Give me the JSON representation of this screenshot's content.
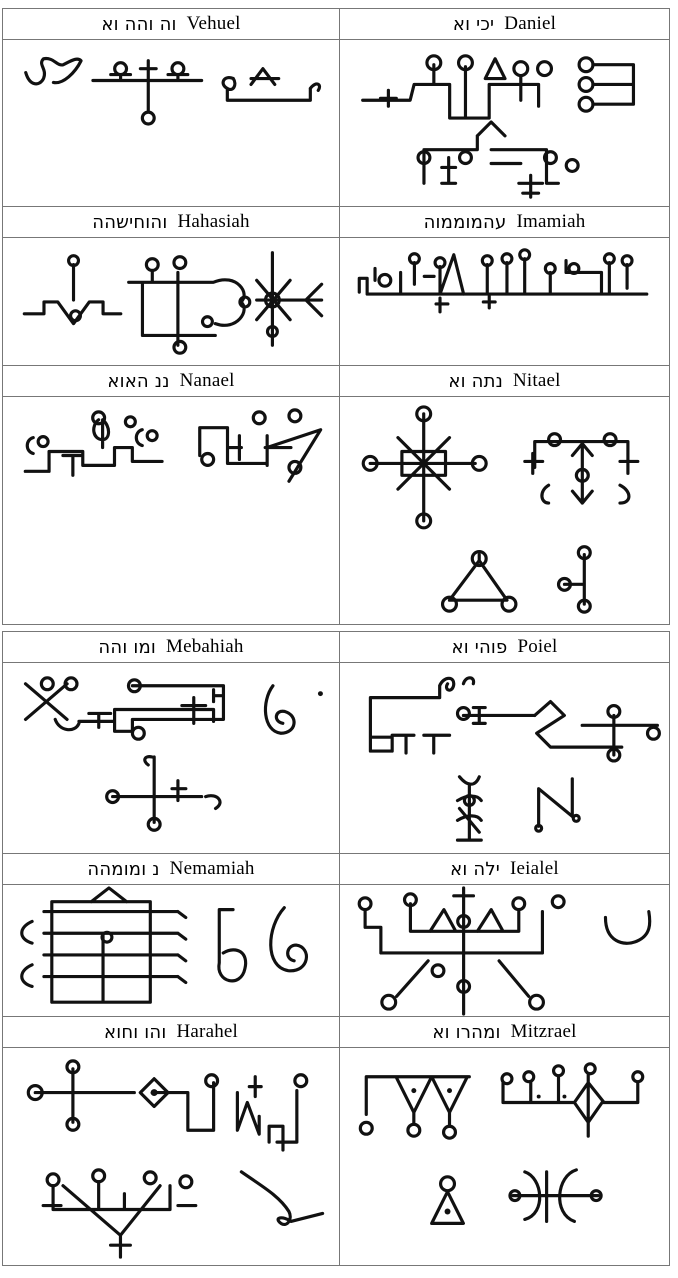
{
  "cells": [
    {
      "hebrew": "וה והה וא",
      "latin": "Vehuel",
      "sigil": "vehuel-sigil-icon"
    },
    {
      "hebrew": "יכי וא",
      "latin": "Daniel",
      "sigil": "daniel-sigil-icon"
    },
    {
      "hebrew": "והוחישהה",
      "latin": "Hahasiah",
      "sigil": "hahasiah-sigil-icon"
    },
    {
      "hebrew": "עהמוממוה",
      "latin": "Imamiah",
      "sigil": "imamiah-sigil-icon"
    },
    {
      "hebrew": "ננ האוא",
      "latin": "Nanael",
      "sigil": "nanael-sigil-icon"
    },
    {
      "hebrew": "נתה וא",
      "latin": "Nitael",
      "sigil": "nitael-sigil-icon"
    },
    {
      "hebrew": "ומו והה",
      "latin": "Mebahiah",
      "sigil": "mebahiah-sigil-icon"
    },
    {
      "hebrew": "פוהי וא",
      "latin": "Poiel",
      "sigil": "poiel-sigil-icon"
    },
    {
      "hebrew": "נ ומומהה",
      "latin": "Nemamiah",
      "sigil": "nemamiah-sigil-icon"
    },
    {
      "hebrew": "ילה וא",
      "latin": "Ieialel",
      "sigil": "ieialel-sigil-icon"
    },
    {
      "hebrew": "והו וחוא",
      "latin": "Harahel",
      "sigil": "harahel-sigil-icon"
    },
    {
      "hebrew": "ומהרו וא",
      "latin": "Mitzrael",
      "sigil": "mitzrael-sigil-icon"
    }
  ]
}
